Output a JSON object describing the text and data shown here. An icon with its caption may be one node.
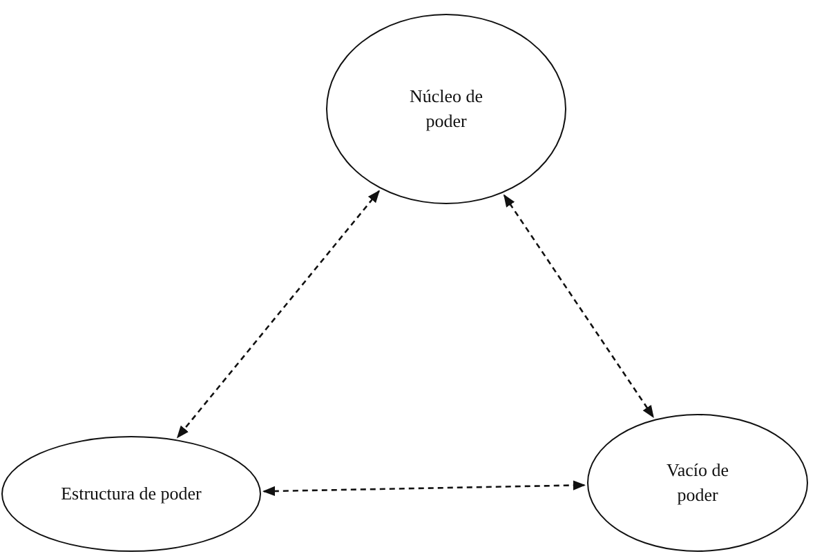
{
  "diagram": {
    "nodes": [
      {
        "text": [
          "Núcleo de poder"
        ]
      },
      {
        "text": [
          "Estructura de poder"
        ]
      },
      {
        "text": [
          "Vacío de poder"
        ]
      }
    ],
    "edges": [
      {
        "from": 0,
        "to": 1,
        "arrow": "both",
        "style": "dashed"
      },
      {
        "from": 0,
        "to": 2,
        "arrow": "both",
        "style": "dashed"
      },
      {
        "from": 1,
        "to": 2,
        "arrow": "both",
        "style": "dashed"
      }
    ]
  }
}
